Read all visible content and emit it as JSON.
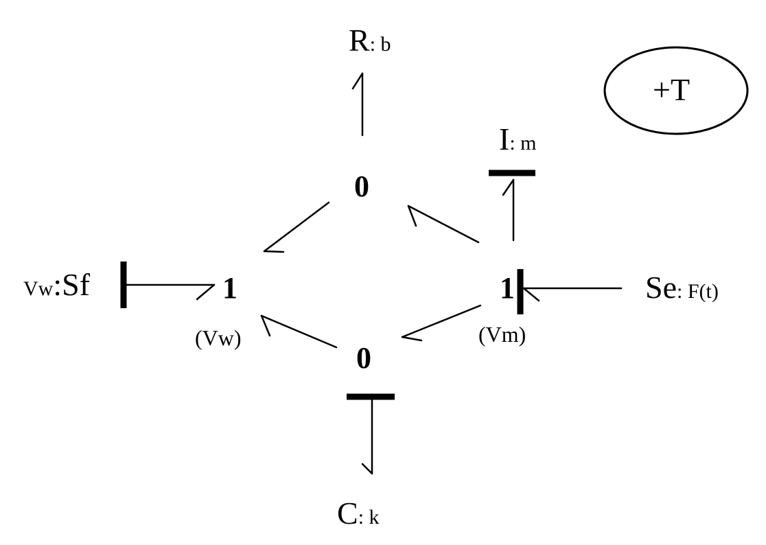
{
  "colors": {
    "background": "#ffffff",
    "ink": "#000000"
  },
  "labels": {
    "r_main": "R",
    "r_sub": ": b",
    "i_main": "I",
    "i_sub": ": m",
    "sf_pre": "Vw",
    "sf_main": ":Sf",
    "se_main": "Se",
    "se_sub": ": F(t)",
    "c_main": "C",
    "c_sub": ": k",
    "junction_0_top": "0",
    "junction_0_bottom": "0",
    "junction_1_left": "1",
    "junction_1_right": "1",
    "junction_1_left_var": "(Vw)",
    "junction_1_right_var": "(Vm)",
    "orientation": "+T"
  }
}
